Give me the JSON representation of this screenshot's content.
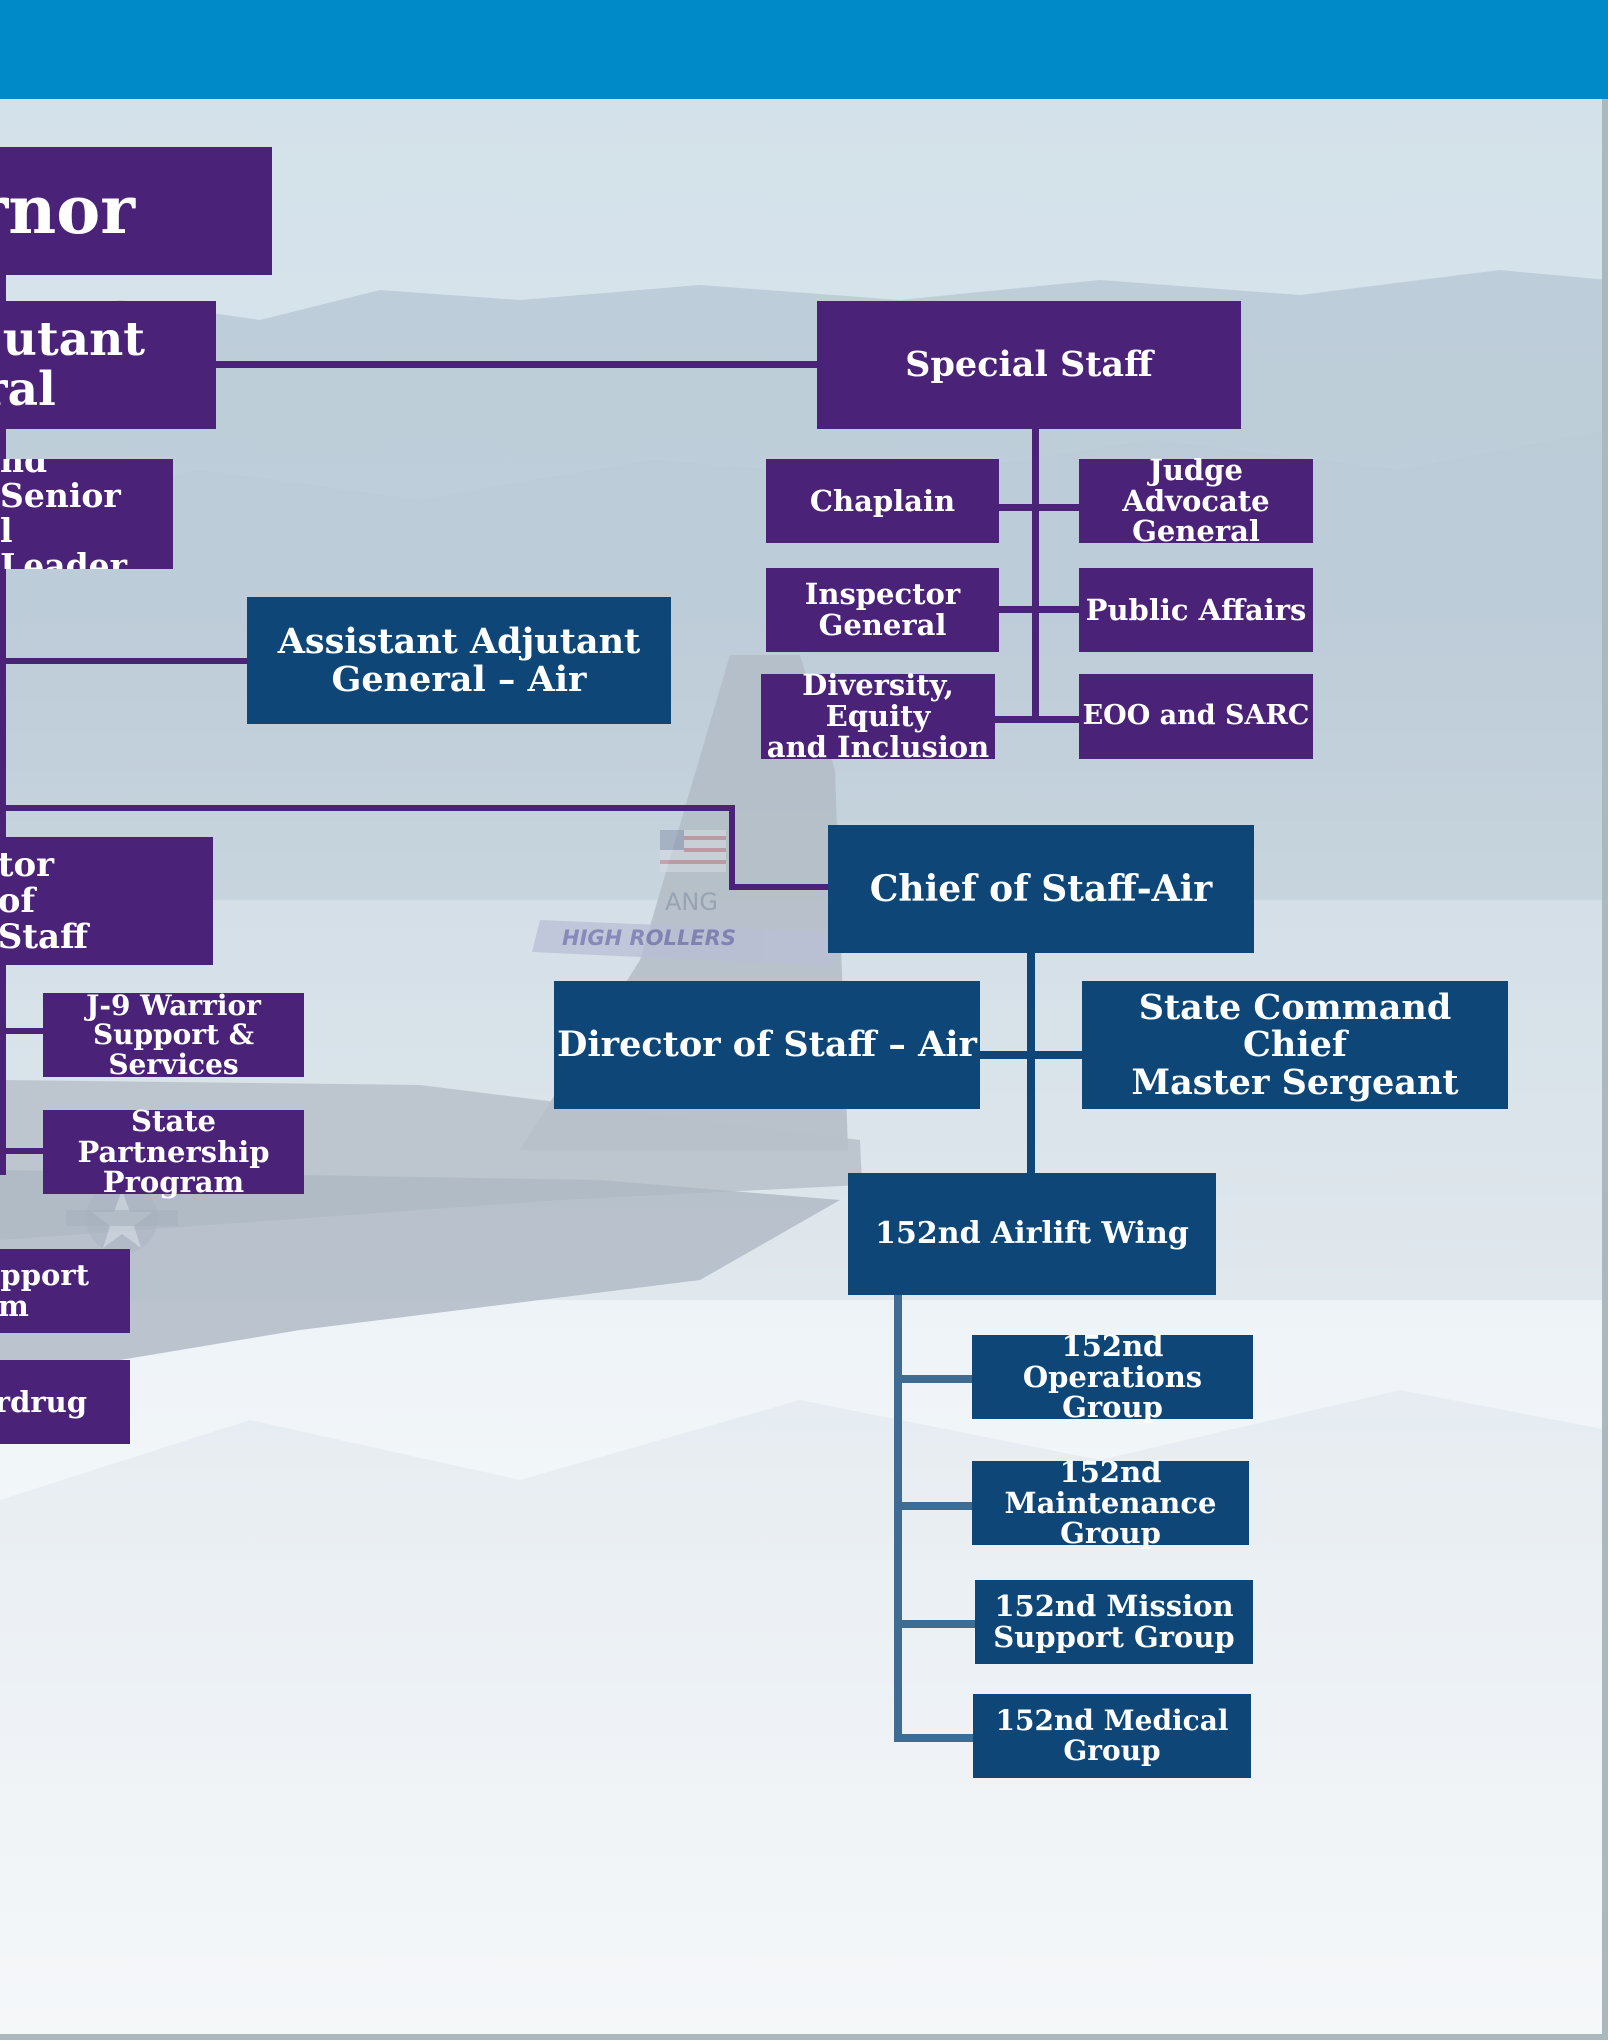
{
  "header": {
    "bar_color": "#008ac8"
  },
  "colors": {
    "purple": "#4a2378",
    "navy": "#0d4677",
    "steel_line": "#3f6c93",
    "sky": "#dfe8ef"
  },
  "left_column": {
    "governor": "ernor",
    "adjutant_general": "djutant\neral",
    "senior_leader": "nd Senior\nl Leader",
    "director_of_staff": "tor of\nStaff",
    "j9": "J-9 Warrior\nSupport & Services",
    "state_partnership": "State Partnership\nProgram",
    "support": "upport\nam",
    "counterdrug": "erdrug"
  },
  "assistant_adjutant_air": "Assistant Adjutant\nGeneral – Air",
  "special_staff": {
    "title": "Special Staff",
    "chaplain": "Chaplain",
    "judge_advocate": "Judge Advocate\nGeneral",
    "inspector_general": "Inspector\nGeneral",
    "public_affairs": "Public Affairs",
    "dei": "Diversity, Equity\nand Inclusion",
    "eoo_sarc": "EOO and SARC"
  },
  "air": {
    "chief_of_staff": "Chief of Staff-Air",
    "director_of_staff": "Director of Staff – Air",
    "command_chief": "State Command Chief\nMaster Sergeant",
    "wing": "152nd Airlift Wing",
    "groups": [
      "152nd Operations\nGroup",
      "152nd Maintenance\nGroup",
      "152nd Mission\nSupport Group",
      "152nd Medical Group"
    ]
  },
  "aircraft_markings": {
    "tail_code": "ANG",
    "stripe": "HIGH ROLLERS"
  }
}
